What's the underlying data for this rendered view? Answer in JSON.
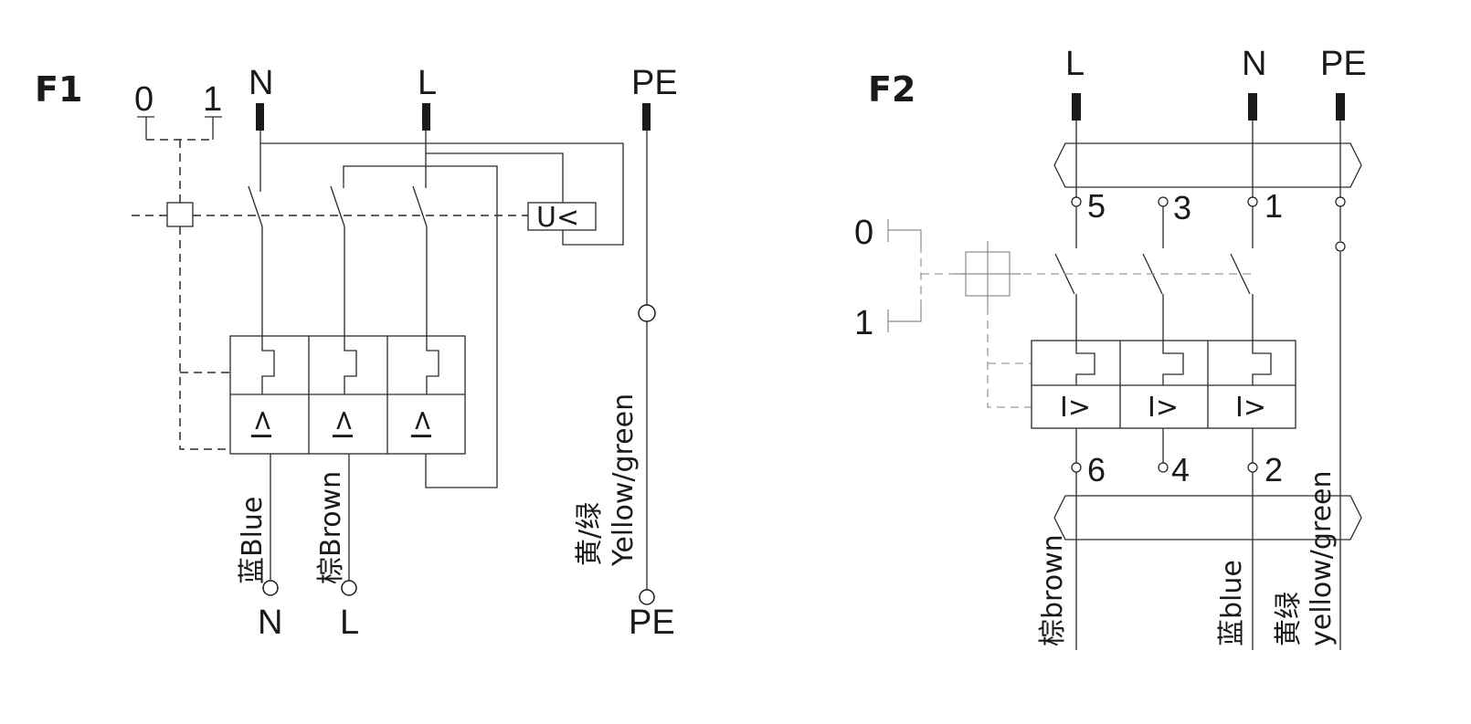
{
  "f1": {
    "title": "F1",
    "switch_off": "0",
    "switch_on": "1",
    "top_n": "N",
    "top_l": "L",
    "top_pe": "PE",
    "undervoltage": "U<",
    "trip_symbol": "I>",
    "wire_blue": "蓝Blue",
    "wire_brown": "棕Brown",
    "wire_pe_cn": "黄/绿",
    "wire_pe_en": "Yellow/green",
    "bottom_n": "N",
    "bottom_l": "L",
    "bottom_pe": "PE"
  },
  "f2": {
    "title": "F2",
    "top_l": "L",
    "top_n": "N",
    "top_pe": "PE",
    "switch_off": "0",
    "switch_on": "1",
    "term_5": "5",
    "term_3": "3",
    "term_1": "1",
    "term_6": "6",
    "term_4": "4",
    "term_2": "2",
    "trip_symbol": "I>",
    "wire_brown": "棕brown",
    "wire_blue": "蓝blue",
    "wire_pe_cn": "黄绿",
    "wire_pe_en": "yellow/green"
  }
}
